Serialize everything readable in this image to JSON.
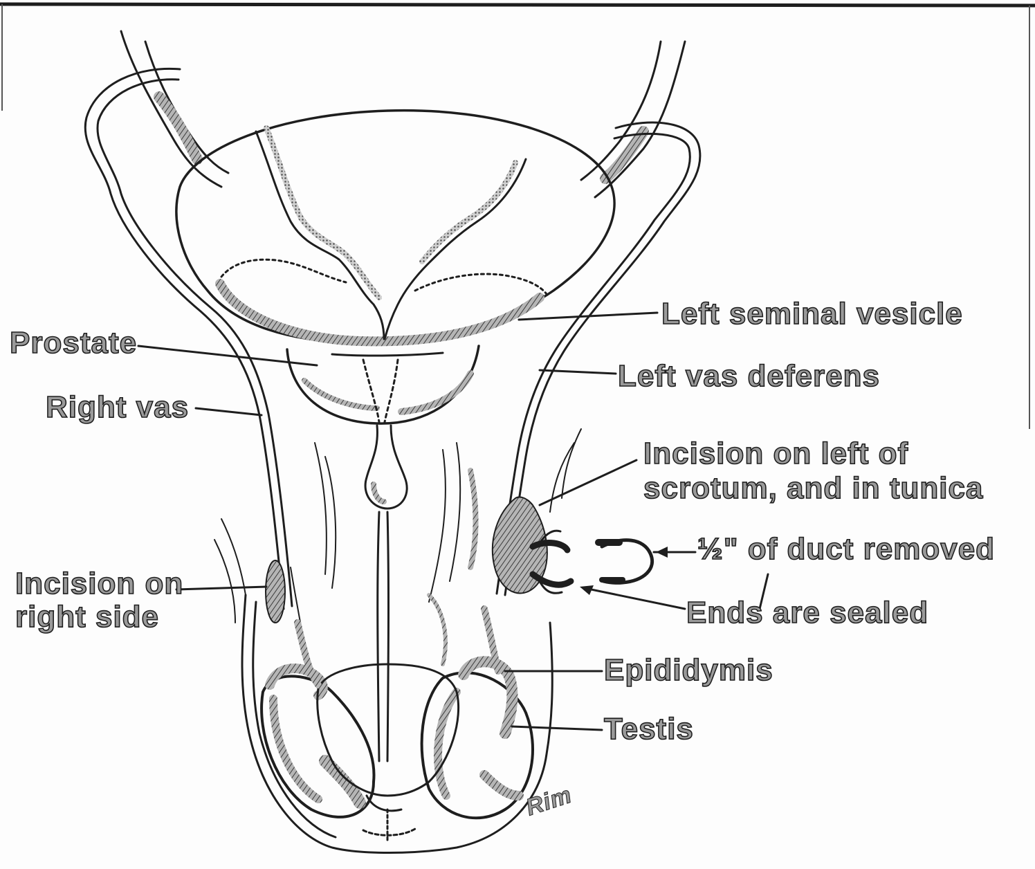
{
  "diagram": {
    "labels": {
      "left_seminal_vesicle": "Left seminal vesicle",
      "prostate": "Prostate",
      "left_vas_deferens": "Left vas deferens",
      "right_vas": "Right vas",
      "incision_left_line1": "Incision on left of",
      "incision_left_line2": "scrotum, and in tunica",
      "duct_removed": "½\" of duct removed",
      "incision_right_line1": "Incision on",
      "incision_right_line2": "right side",
      "ends_sealed": "Ends are sealed",
      "epididymis": "Epididymis",
      "testis": "Testis"
    },
    "artist_signature": "Rim"
  },
  "colors": {
    "ink": "#1e1e1e",
    "halftone": "#8c8c8c",
    "paper": "#fdfdfd"
  }
}
